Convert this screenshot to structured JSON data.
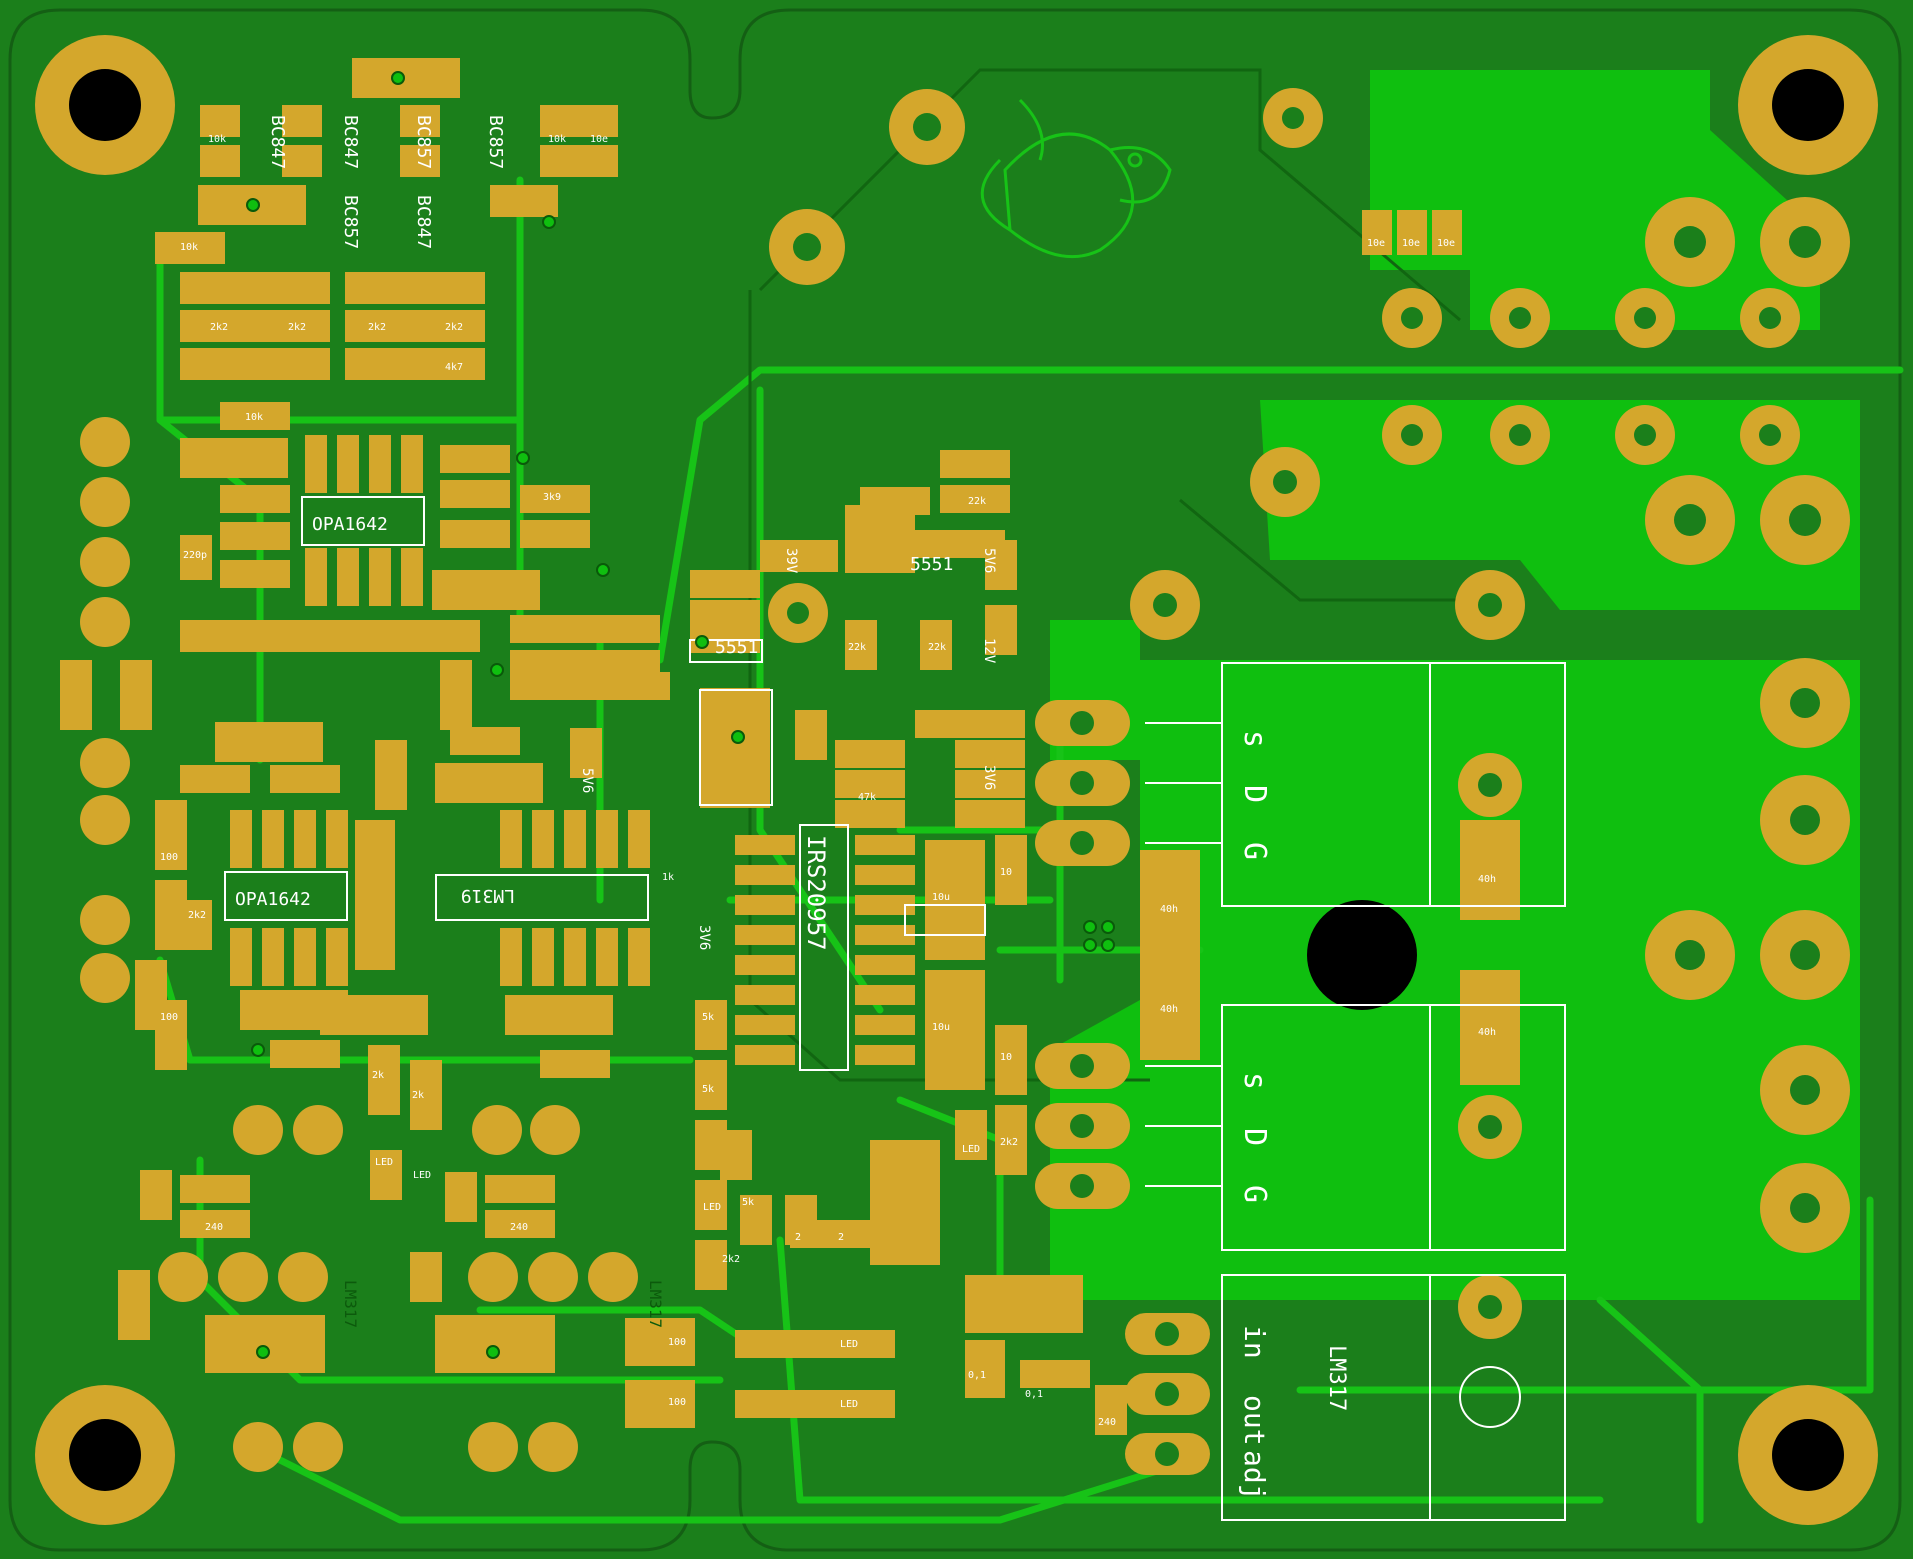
{
  "colors": {
    "board": "#1b7f1b",
    "copper_fill": "#0fbf0f",
    "trace": "#17c317",
    "pad": "#d4a72c",
    "silk": "#ffffff",
    "hole": "#000000"
  },
  "labels": {
    "q1": "BC847",
    "q2": "BC847",
    "q3": "BC857",
    "q4": "BC857",
    "q5": "BC857",
    "q6": "BC847",
    "u1": "OPA1642",
    "u2": "OPA1642",
    "u3": "LM319",
    "u4": "IRS20957",
    "z1": "5551",
    "z2": "5551",
    "z3": "39V",
    "z4": "5V6",
    "z5": "12V",
    "z6": "5V6",
    "z7": "3V6",
    "z8": "3V6",
    "reg1": "LM317",
    "reg2": "LM317",
    "reg3": "LM317",
    "pin_in": "in",
    "pin_out": "out",
    "pin_adj": "adj",
    "mos_s": "s",
    "mos_d": "D",
    "mos_g": "G",
    "led": "LED",
    "r10k": "10k",
    "r2k2": "2k2",
    "r5k": "5k",
    "r100": "100",
    "r240": "240",
    "r10e": "10e",
    "r220p": "220p",
    "c10u": "10u",
    "c01": "0,1",
    "r1k": "1k",
    "r22k": "22k",
    "r2": "2",
    "r10": "10",
    "r4k7": "4k7",
    "r2k": "2k",
    "r47k": "47k",
    "r3k9": "3k9",
    "ind": "40h"
  }
}
